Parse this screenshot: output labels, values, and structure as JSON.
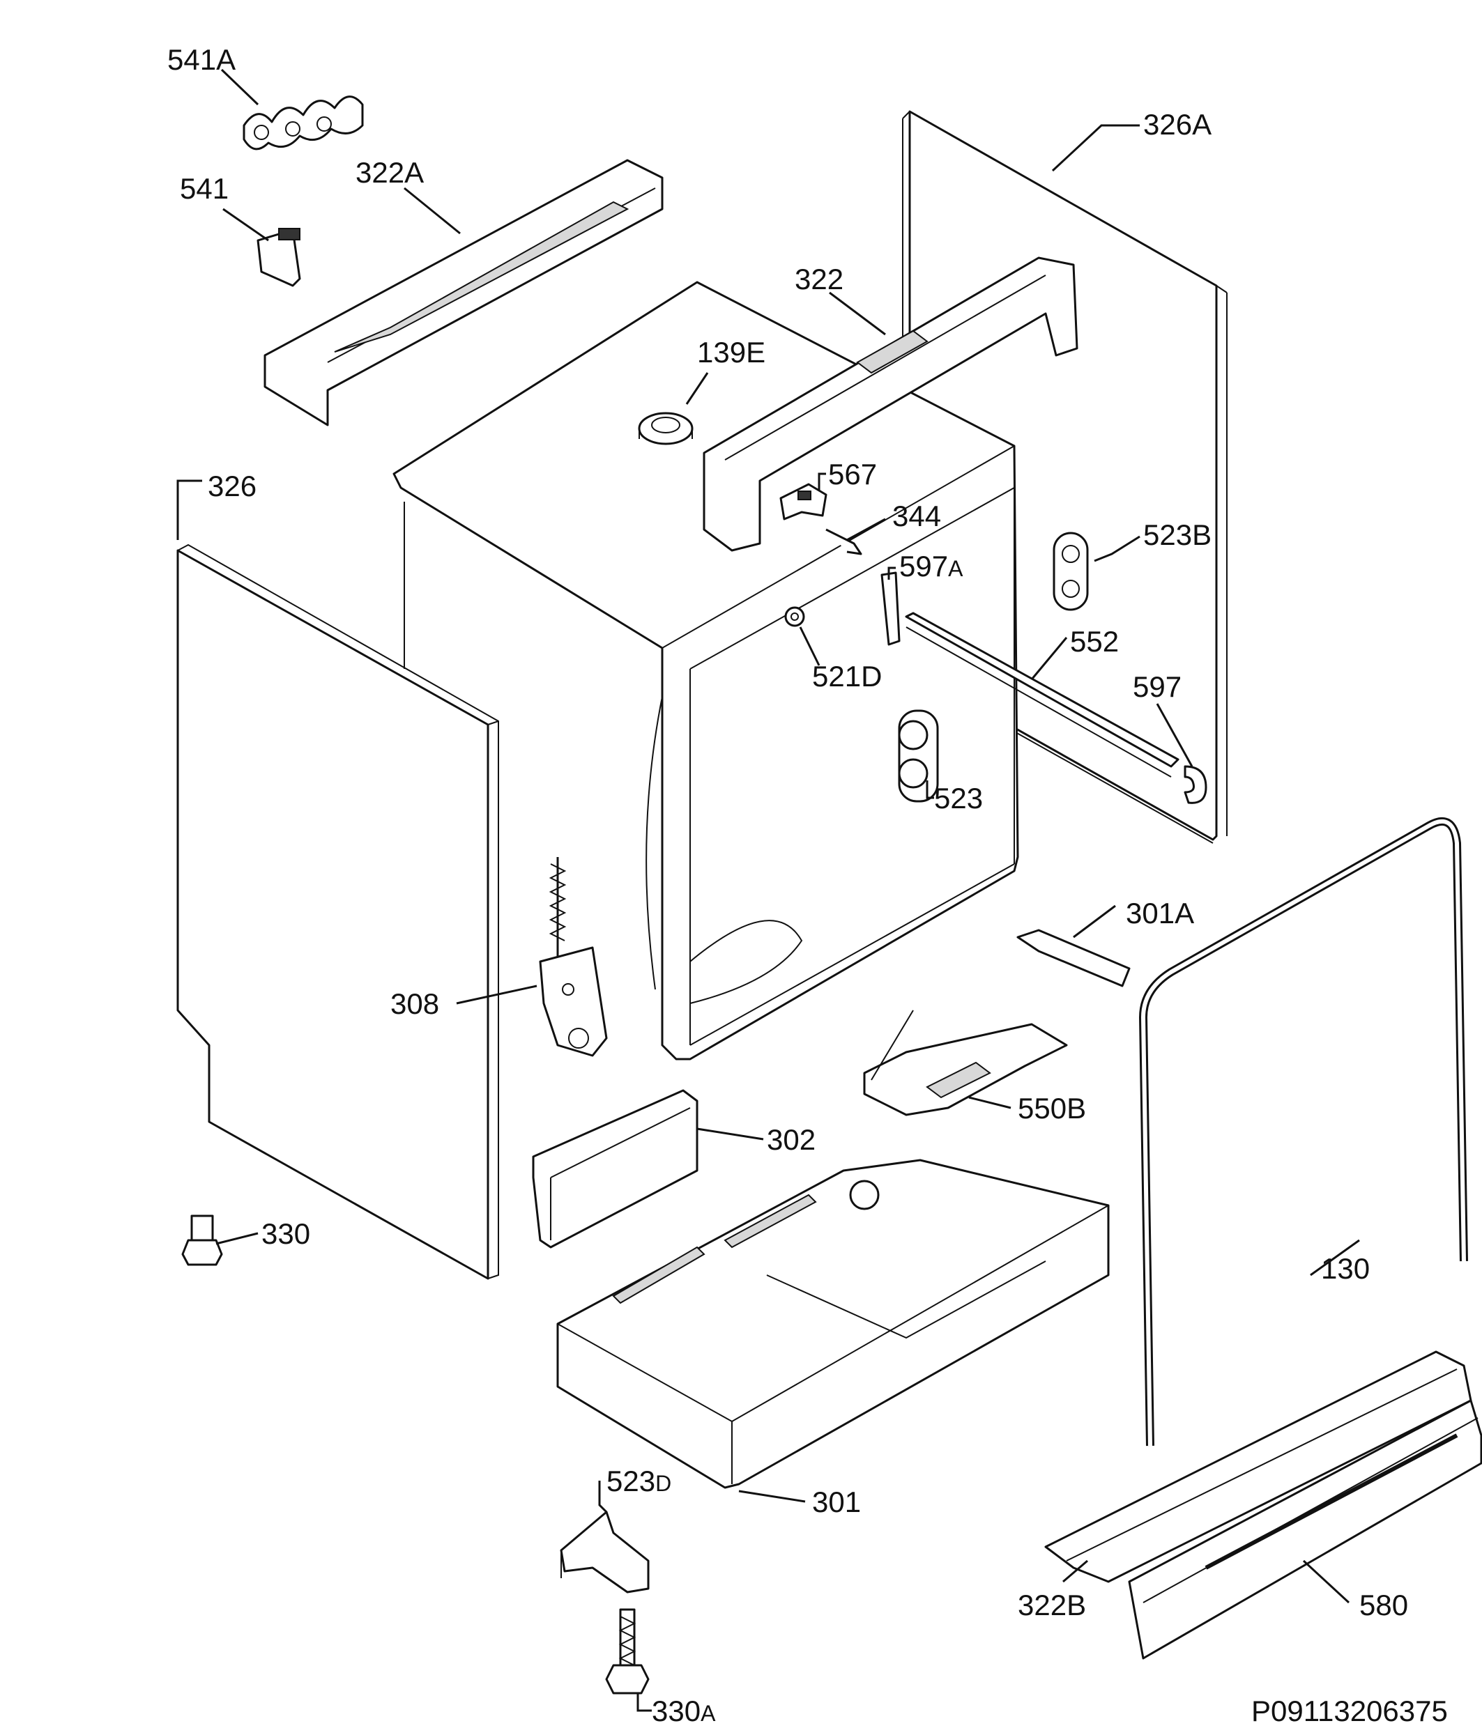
{
  "labels": {
    "l541A": "541A",
    "l541": "541",
    "l322A": "322A",
    "l326A": "326A",
    "l322": "322",
    "l139E": "139E",
    "l326": "326",
    "l567": "567",
    "l344": "344",
    "l523B": "523B",
    "l597A_main": "597",
    "l597A_suffix": "A",
    "l552": "552",
    "l521D": "521D",
    "l597": "597",
    "l523": "523",
    "l301A": "301A",
    "l308": "308",
    "l550B": "550B",
    "l302": "302",
    "l330": "330",
    "l130": "130",
    "l523D_main": "523",
    "l523D_suffix": "D",
    "l301": "301",
    "l322B": "322B",
    "l580": "580",
    "l330A_main": "330",
    "l330A_suffix": "A"
  },
  "drawing_code": "P09113206375"
}
